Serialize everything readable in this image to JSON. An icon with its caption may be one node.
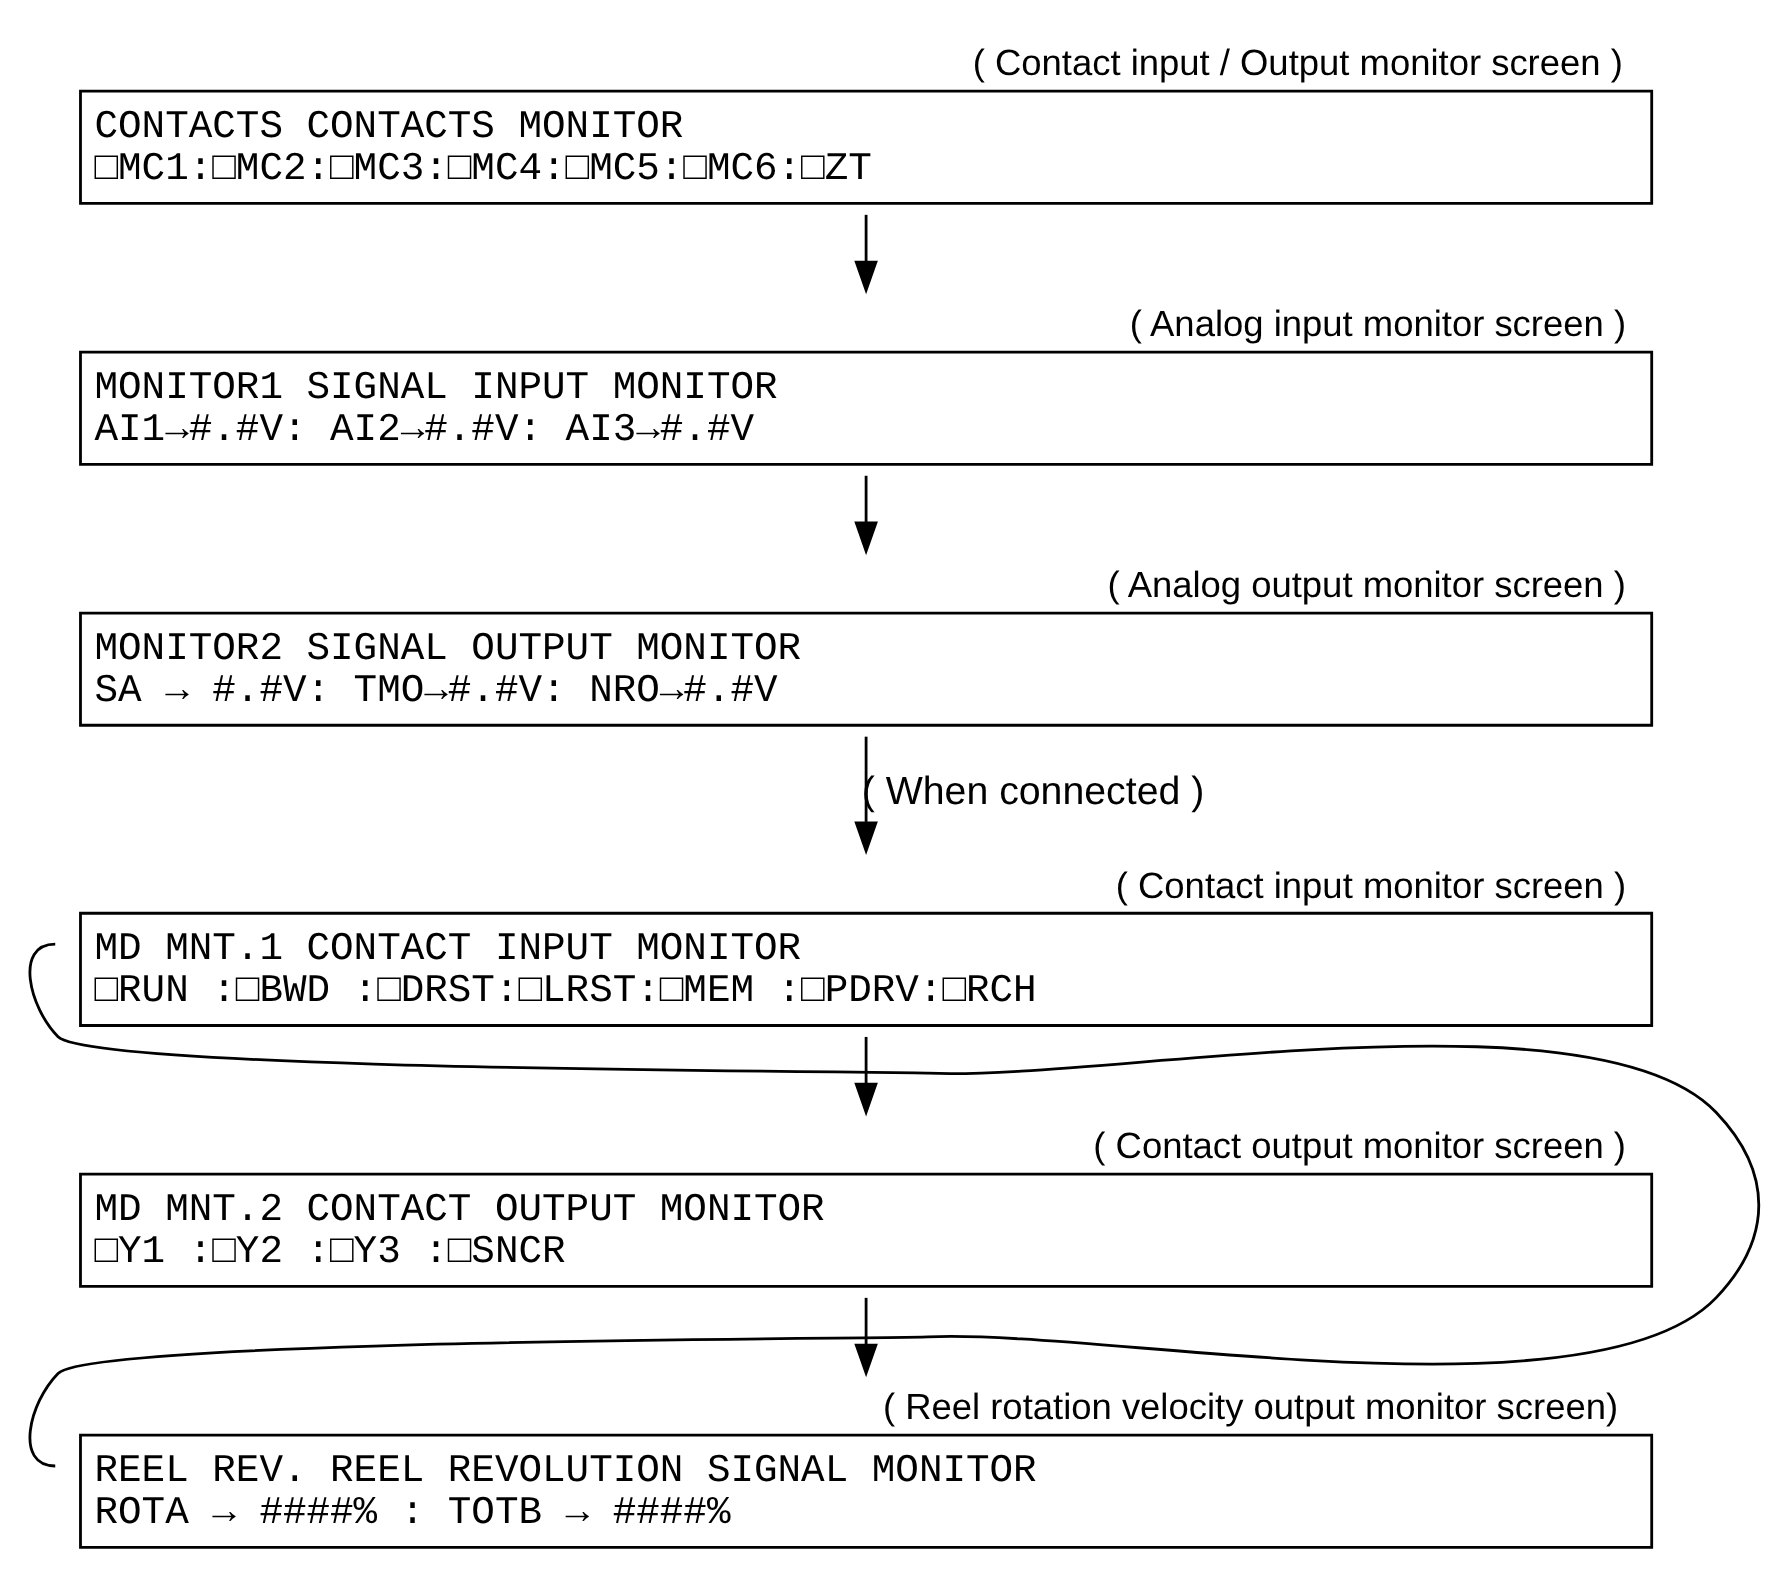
{
  "diagram": {
    "nodes": [
      {
        "text": [
          "CONTACTS CONTACTS MONITOR",
          "□MC1:□MC2:□MC3:□MC4:□MC5:□MC6:□ZT"
        ],
        "beside": [
          "( Contact input / Output monitor screen )"
        ]
      },
      {
        "text": [
          "MONITOR1 SIGNAL INPUT MONITOR",
          "AI1→#.#V: AI2→#.#V: AI3→#.#V"
        ],
        "beside": [
          "( Analog input monitor screen )"
        ]
      },
      {
        "text": [
          "MONITOR2 SIGNAL OUTPUT MONITOR",
          "SA → #.#V: TMO→#.#V: NRO→#.#V"
        ],
        "beside": [
          "( Analog output monitor screen )"
        ]
      },
      {
        "text": [
          "MD MNT.1 CONTACT INPUT MONITOR",
          "□RUN :□BWD :□DRST:□LRST:□MEM :□PDRV:□RCH"
        ],
        "beside": [
          "( Contact input monitor screen )"
        ]
      },
      {
        "text": [
          "MD MNT.2 CONTACT OUTPUT MONITOR",
          "□Y1 :□Y2 :□Y3 :□SNCR"
        ],
        "beside": [
          "( Contact output monitor screen )"
        ]
      },
      {
        "text": [
          "REEL REV. REEL REVOLUTION SIGNAL MONITOR",
          "ROTA → ####% : TOTB → ####%"
        ],
        "beside": [
          "( Reel rotation velocity output monitor screen)"
        ]
      }
    ],
    "edges": [
      {
        "from": 0,
        "to": 1,
        "arrow": "to"
      },
      {
        "from": 1,
        "to": 2,
        "arrow": "to"
      },
      {
        "from": 2,
        "to": 3,
        "arrow": "to",
        "label": "( When connected )"
      },
      {
        "from": 3,
        "to": 4,
        "arrow": "to"
      },
      {
        "from": 4,
        "to": 5,
        "arrow": "to"
      },
      {
        "from": 5,
        "to": 3,
        "arrow": "none"
      }
    ]
  }
}
